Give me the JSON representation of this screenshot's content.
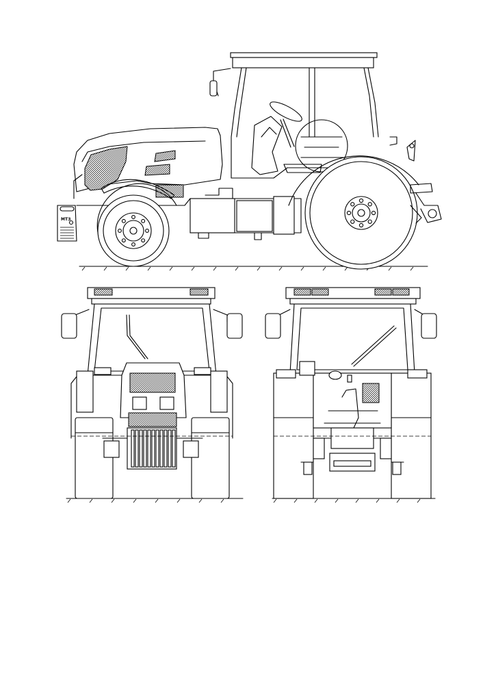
{
  "drawing": {
    "views": [
      "side-view",
      "front-view",
      "rear-view"
    ],
    "badge_text": "MTЗ",
    "colors": {
      "line": "#000000",
      "paper": "#ffffff"
    }
  }
}
